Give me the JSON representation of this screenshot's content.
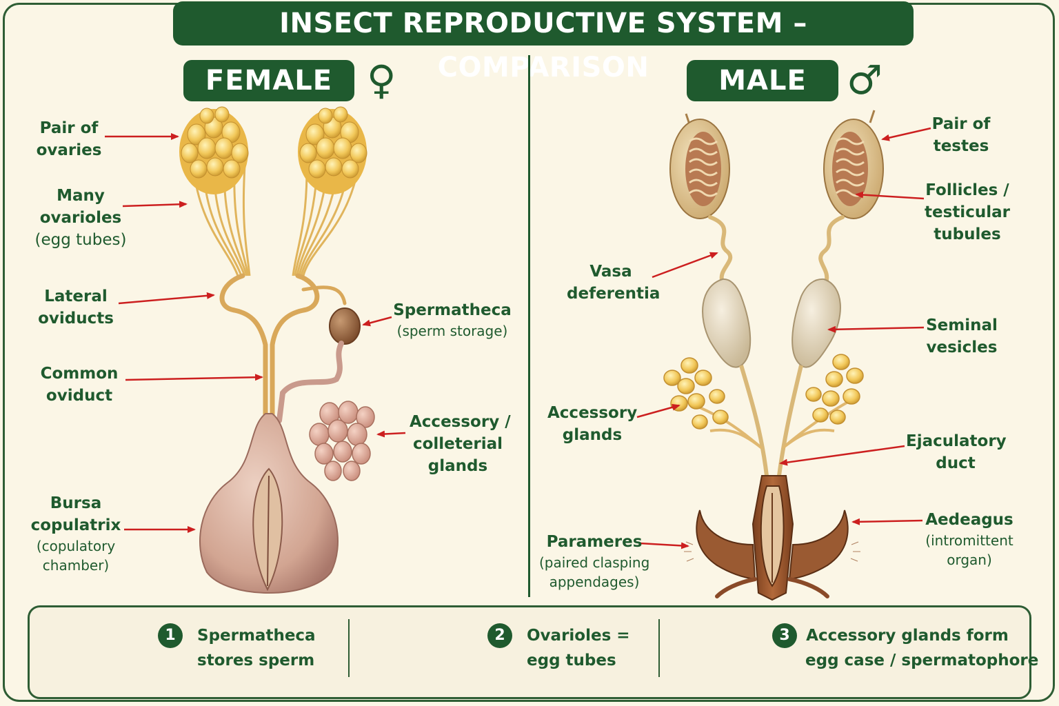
{
  "title": "INSECT REPRODUCTIVE SYSTEM – COMPARISON",
  "female": {
    "badge": "FEMALE",
    "symbol": "♀",
    "labels": {
      "ovaries": [
        "Pair of",
        "ovaries"
      ],
      "ovarioles": [
        "Many",
        "ovarioles",
        "(egg tubes)"
      ],
      "lateral_oviducts": [
        "Lateral",
        "oviducts"
      ],
      "common_oviduct": [
        "Common",
        "oviduct"
      ],
      "bursa": [
        "Bursa",
        "copulatrix",
        "(copulatory",
        "chamber)"
      ],
      "spermatheca": [
        "Spermatheca",
        "(sperm storage)"
      ],
      "accessory": [
        "Accessory /",
        "colleterial",
        "glands"
      ]
    }
  },
  "male": {
    "badge": "MALE",
    "symbol": "♂",
    "labels": {
      "testes": [
        "Pair of",
        "testes"
      ],
      "follicles": [
        "Follicles /",
        "testicular",
        "tubules"
      ],
      "vasa": [
        "Vasa",
        "deferentia"
      ],
      "seminal": [
        "Seminal",
        "vesicles"
      ],
      "accessory": [
        "Accessory",
        "glands"
      ],
      "ejaculatory": [
        "Ejaculatory",
        "duct"
      ],
      "aedeagus": [
        "Aedeagus",
        "(intromittent",
        "organ)"
      ],
      "parameres": [
        "Parameres",
        "(paired clasping",
        "appendages)"
      ]
    }
  },
  "legend": [
    {
      "num": "1",
      "line1": "Spermatheca",
      "line2": "stores sperm",
      "icon": "spermatheca-icon"
    },
    {
      "num": "2",
      "line1": "Ovarioles =",
      "line2": "egg tubes",
      "icon": "ovarioles-icon"
    },
    {
      "num": "3",
      "line1": "Accessory glands form",
      "line2": "egg case / spermatophore",
      "icon": "accessory-glands-icon"
    }
  ],
  "colors": {
    "primary_green": "#1f5a2e",
    "arrow_red": "#cc1f1f",
    "background": "#fbf6e6",
    "ovary_yellow": "#f2c85a",
    "bursa_pink": "#d9b0a0",
    "testis_tan": "#e3cfa0",
    "genitalia_brown": "#9a5a32"
  }
}
